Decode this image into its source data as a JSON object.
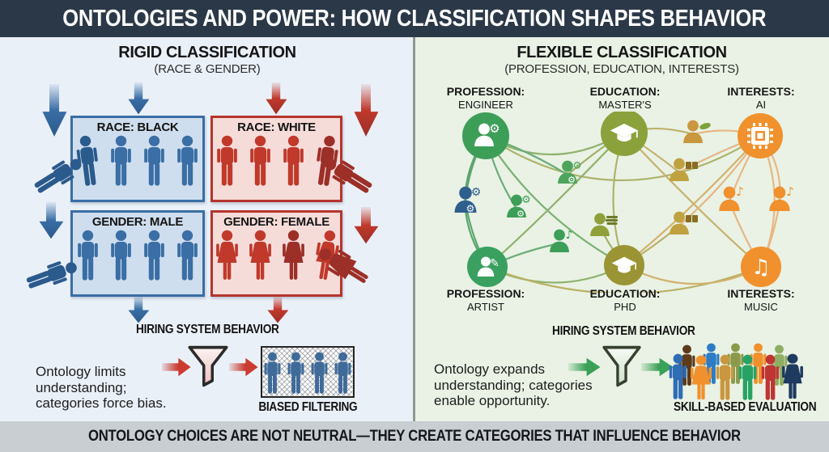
{
  "header": {
    "title": "ONTOLOGIES AND POWER: HOW CLASSIFICATION SHAPES BEHAVIOR"
  },
  "footer": {
    "banner": "ONTOLOGY CHOICES ARE NOT NEUTRAL—THEY CREATE CATEGORIES THAT INFLUENCE BEHAVIOR"
  },
  "left_panel": {
    "title": "RIGID CLASSIFICATION",
    "subtitle": "(RACE & GENDER)",
    "boxes": [
      {
        "label": "RACE: BLACK"
      },
      {
        "label": "RACE: WHITE"
      },
      {
        "label": "GENDER: MALE"
      },
      {
        "label": "GENDER: FEMALE"
      }
    ],
    "hiring_heading": "HIRING SYSTEM BEHAVIOR",
    "caption": "Ontology limits understanding; categories force bias.",
    "result_label": "BIASED FILTERING"
  },
  "right_panel": {
    "title": "FLEXIBLE CLASSIFICATION",
    "subtitle": "(PROFESSION, EDUCATION, INTERESTS)",
    "nodes": [
      {
        "category": "PROFESSION:",
        "value": "ENGINEER"
      },
      {
        "category": "EDUCATION:",
        "value": "MASTER'S"
      },
      {
        "category": "INTERESTS:",
        "value": "AI"
      },
      {
        "category": "PROFESSION:",
        "value": "ARTIST"
      },
      {
        "category": "EDUCATION:",
        "value": "PHD"
      },
      {
        "category": "INTERESTS:",
        "value": "MUSIC"
      }
    ],
    "hiring_heading": "HIRING SYSTEM BEHAVIOR",
    "caption": "Ontology expands understanding; categories enable opportunity.",
    "result_label": "SKILL-BASED EVALUATION"
  },
  "icons": {
    "gear": "⚙",
    "music_note": "♪",
    "double_note": "♫",
    "pencil": "✎"
  },
  "palette": {
    "header_bg": "#2b3847",
    "footer_bg": "#c9ced3",
    "left_panel_bg": "#eaf0f8",
    "right_panel_bg": "#e9f2e4",
    "blue": "#3a6ea5",
    "dark_blue": "#2b5a8c",
    "red": "#c0392b",
    "dark_red": "#9c2f28",
    "blue_box_fill": "#cfdeee",
    "red_box_fill": "#f6dcd9",
    "green_node": "#3d9e58",
    "olive_node": "#8aa13c",
    "gold_node": "#9a9434",
    "orange_node": "#f0912d",
    "funnel_left_fill": "#eec7c5",
    "funnel_right_fill": "#d7e7d3",
    "diverse_people": [
      "#5d3a1a",
      "#2e7cc3",
      "#8a9a4a",
      "#f0912d",
      "#8fae63",
      "#2f6db4",
      "#f0912d",
      "#c9973f",
      "#27a265",
      "#c03433",
      "#1f3a5f"
    ]
  }
}
